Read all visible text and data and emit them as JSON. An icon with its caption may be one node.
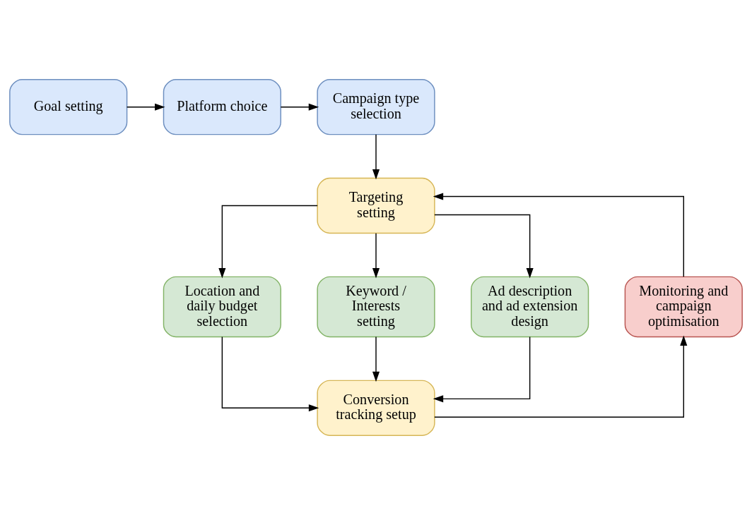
{
  "diagram": {
    "nodes": [
      {
        "text": [
          "Goal setting"
        ]
      },
      {
        "text": [
          "Platform choice"
        ]
      },
      {
        "text": [
          "Campaign type selection"
        ]
      },
      {
        "text": [
          "Targeting setting"
        ]
      },
      {
        "text": [
          "Monitoring and campaign optimisation"
        ]
      },
      {
        "text": [
          "Location and daily budget selection"
        ]
      },
      {
        "text": [
          "Keyword / Interests setting"
        ]
      },
      {
        "text": [
          "Ad description and ad extension design"
        ]
      },
      {
        "text": [
          "Conversion tracking setup"
        ]
      }
    ],
    "edges": [
      {
        "from": 0,
        "to": 1,
        "arrow": "to"
      },
      {
        "from": 1,
        "to": 2,
        "arrow": "to"
      },
      {
        "from": 2,
        "to": 3,
        "arrow": "to"
      },
      {
        "from": 3,
        "to": 5,
        "arrow": "to"
      },
      {
        "from": 3,
        "to": 6,
        "arrow": "to"
      },
      {
        "from": 3,
        "to": 7,
        "arrow": "to"
      },
      {
        "from": 5,
        "to": 8,
        "arrow": "to"
      },
      {
        "from": 6,
        "to": 8,
        "arrow": "to"
      },
      {
        "from": 7,
        "to": 8,
        "arrow": "to"
      },
      {
        "from": 8,
        "to": 4,
        "arrow": "to"
      },
      {
        "from": 4,
        "to": 3,
        "arrow": "to"
      }
    ]
  }
}
